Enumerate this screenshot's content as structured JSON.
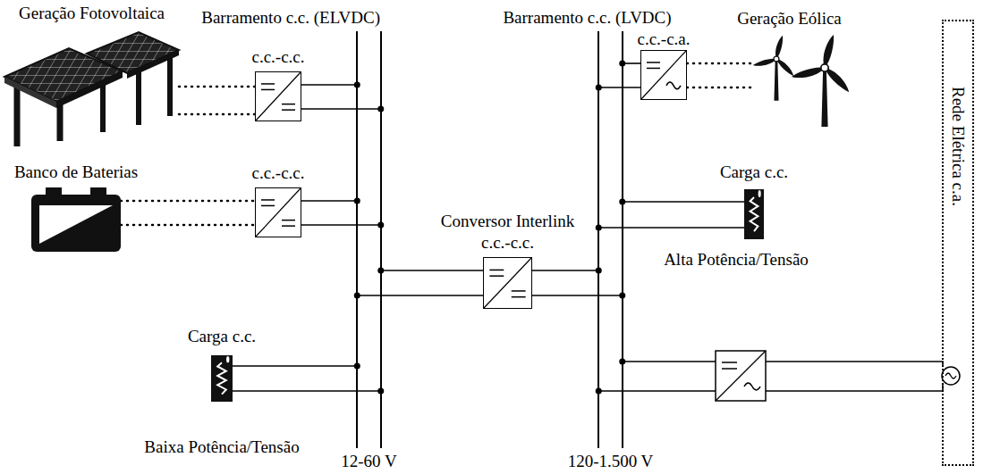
{
  "diagram": {
    "nodes": [
      {
        "text": [
          "Geração Fotovoltaica"
        ]
      },
      {
        "text": [
          "Banco de Baterias"
        ]
      },
      {
        "text": [
          "c.c.-c.c."
        ]
      },
      {
        "text": [
          "c.c.-c.c."
        ]
      },
      {
        "text": [
          "Carga c.c.",
          "Baixa Potência/Tensão"
        ]
      },
      {
        "text": [
          "Barramento c.c. (ELVDC)",
          "12-60 V"
        ]
      },
      {
        "text": [
          "Conversor Interlink",
          "c.c.-c.c."
        ]
      },
      {
        "text": [
          "Barramento c.c. (LVDC)",
          "120-1.500 V"
        ]
      },
      {
        "text": [
          "c.c.-c.a."
        ]
      },
      {
        "text": [
          "Geração Eólica"
        ]
      },
      {
        "text": [
          "Carga c.c.",
          "Alta Potência/Tensão"
        ]
      },
      {
        "text": [
          "Rede Elétrica c.a."
        ]
      }
    ],
    "edges": [
      {
        "from": 0,
        "to": 2,
        "arrow": "none"
      },
      {
        "from": 1,
        "to": 3,
        "arrow": "none"
      },
      {
        "from": 2,
        "to": 5,
        "arrow": "none"
      },
      {
        "from": 3,
        "to": 5,
        "arrow": "none"
      },
      {
        "from": 4,
        "to": 5,
        "arrow": "none"
      },
      {
        "from": 5,
        "to": 6,
        "arrow": "none"
      },
      {
        "from": 6,
        "to": 7,
        "arrow": "none"
      },
      {
        "from": 7,
        "to": 8,
        "arrow": "none"
      },
      {
        "from": 8,
        "to": 9,
        "arrow": "none"
      },
      {
        "from": 7,
        "to": 10,
        "arrow": "none"
      },
      {
        "from": 7,
        "to": 11,
        "arrow": "none"
      }
    ]
  }
}
